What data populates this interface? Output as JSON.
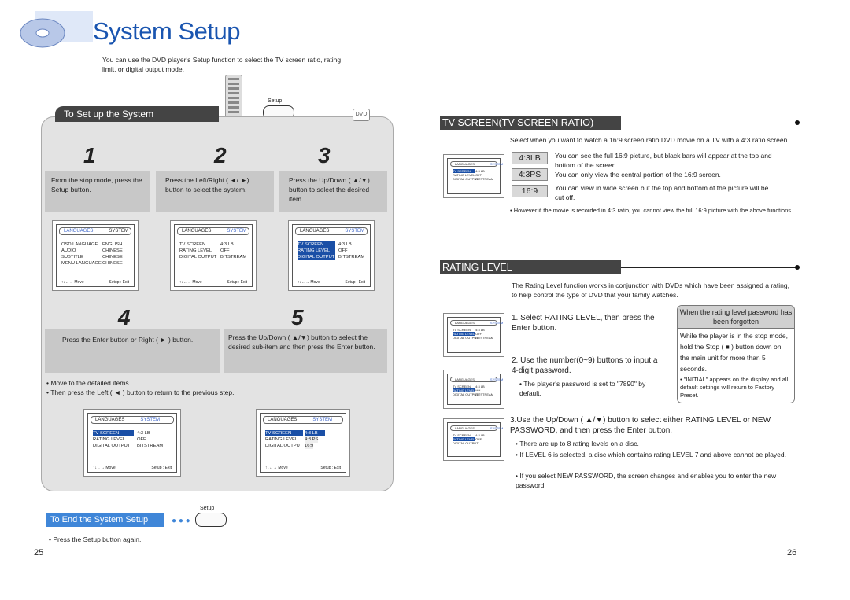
{
  "left": {
    "title": "System Setup",
    "intro": "You can use the DVD player's Setup function to select the TV screen ratio, rating limit, or digital output mode.",
    "setup_label": "Setup",
    "tab": "To Set up the System",
    "dvd_logo": "DVD",
    "steps": [
      {
        "num": "1",
        "text": "From the stop mode, press the Setup  button."
      },
      {
        "num": "2",
        "text": "Press the Left/Right  ( ◄/ ►) button to select the system."
      },
      {
        "num": "3",
        "text": "Press the Up/Down  ( ▲/▼) button to select the desired item."
      },
      {
        "num": "4",
        "text": "Press the Enter  button or Right ( ► ) button."
      },
      {
        "num": "5",
        "text": "Press the Up/Down  ( ▲/▼) button to select the desired sub-item and then press the Enter button."
      }
    ],
    "bullets": [
      "Move to the detailed items.",
      "Then press the Left ( ◄ ) button to return to the previous step."
    ],
    "end_tab": "To End the System Setup",
    "end_setup_label": "Setup",
    "end_bullet": "Press the Setup  button again.",
    "page_number": "25"
  },
  "osd": {
    "languages": "LANGUAGES",
    "system": "SYSTEM",
    "osd1": [
      [
        "OSD LANGUAGE",
        "ENGLISH"
      ],
      [
        "AUDIO",
        "CHINESE"
      ],
      [
        "SUBTITLE",
        "CHINESE"
      ],
      [
        "MENU LANGUAGE",
        "CHINESE"
      ]
    ],
    "osd_sys": [
      [
        "TV SCREEN",
        "4:3 LB"
      ],
      [
        "RATING LEVEL",
        "OFF"
      ],
      [
        "DIGITAL OUTPUT",
        "BITSTREAM"
      ]
    ],
    "osd5": [
      [
        "TV SCREEN",
        "4:3 LB"
      ],
      [
        "RATING LEVEL",
        "4:3 PS"
      ],
      [
        "DIGITAL OUTPUT",
        "16:9"
      ]
    ],
    "move": "Move",
    "exit": "Setup : Exit"
  },
  "right": {
    "tv_heading": "TV SCREEN(TV SCREEN RATIO)",
    "tv_intro": "Select when you want to watch a 16:9 screen ratio DVD movie on a TV with a 4:3 ratio screen.",
    "ratios": [
      {
        "label": "4:3LB",
        "text": "You can see the full 16:9 picture, but black bars will appear at the top and bottom of the screen."
      },
      {
        "label": "4:3PS",
        "text": "You can only view the central portion of the 16:9 screen."
      },
      {
        "label": "16:9",
        "text": "You can view in wide screen  but the top and bottom of the  picture will be cut off."
      }
    ],
    "tv_note": "However if the movie is recorded in 4:3 ratio, you cannot view the full 16:9 picture with the above functions.",
    "rating_heading": "RATING LEVEL",
    "rating_intro": "The Rating Level function works in conjunction with DVDs which have been assigned a rating, to help control the type of DVD that your family watches.",
    "r1": "1. Select RATING LEVEL, then press the Enter button.",
    "r2": "2. Use the number(0~9) buttons to input a 4-digit password.",
    "r2b": "The player's password is set to \"7890\" by default.",
    "note_head": "When the rating level password has been forgotten",
    "note_body": "While the player is in the stop mode, hold the Stop ( ■ ) button down on the main unit for more than 5 seconds.",
    "note_bullet": "\"INITIAL\" appears on the display and all default settings will return to Factory Preset.",
    "r3": "3.Use the Up/Down ( ▲/▼) button to select either RATING LEVEL or NEW PASSWORD, and then press the Enter button.",
    "r3b": [
      "There are up to 8 rating levels on a disc.",
      "If LEVEL 6 is selected, a disc which contains rating LEVEL 7 and above cannot be played.",
      "If you select NEW PASSWORD, the screen changes and enables you to enter the new password."
    ],
    "page_number": "26"
  }
}
